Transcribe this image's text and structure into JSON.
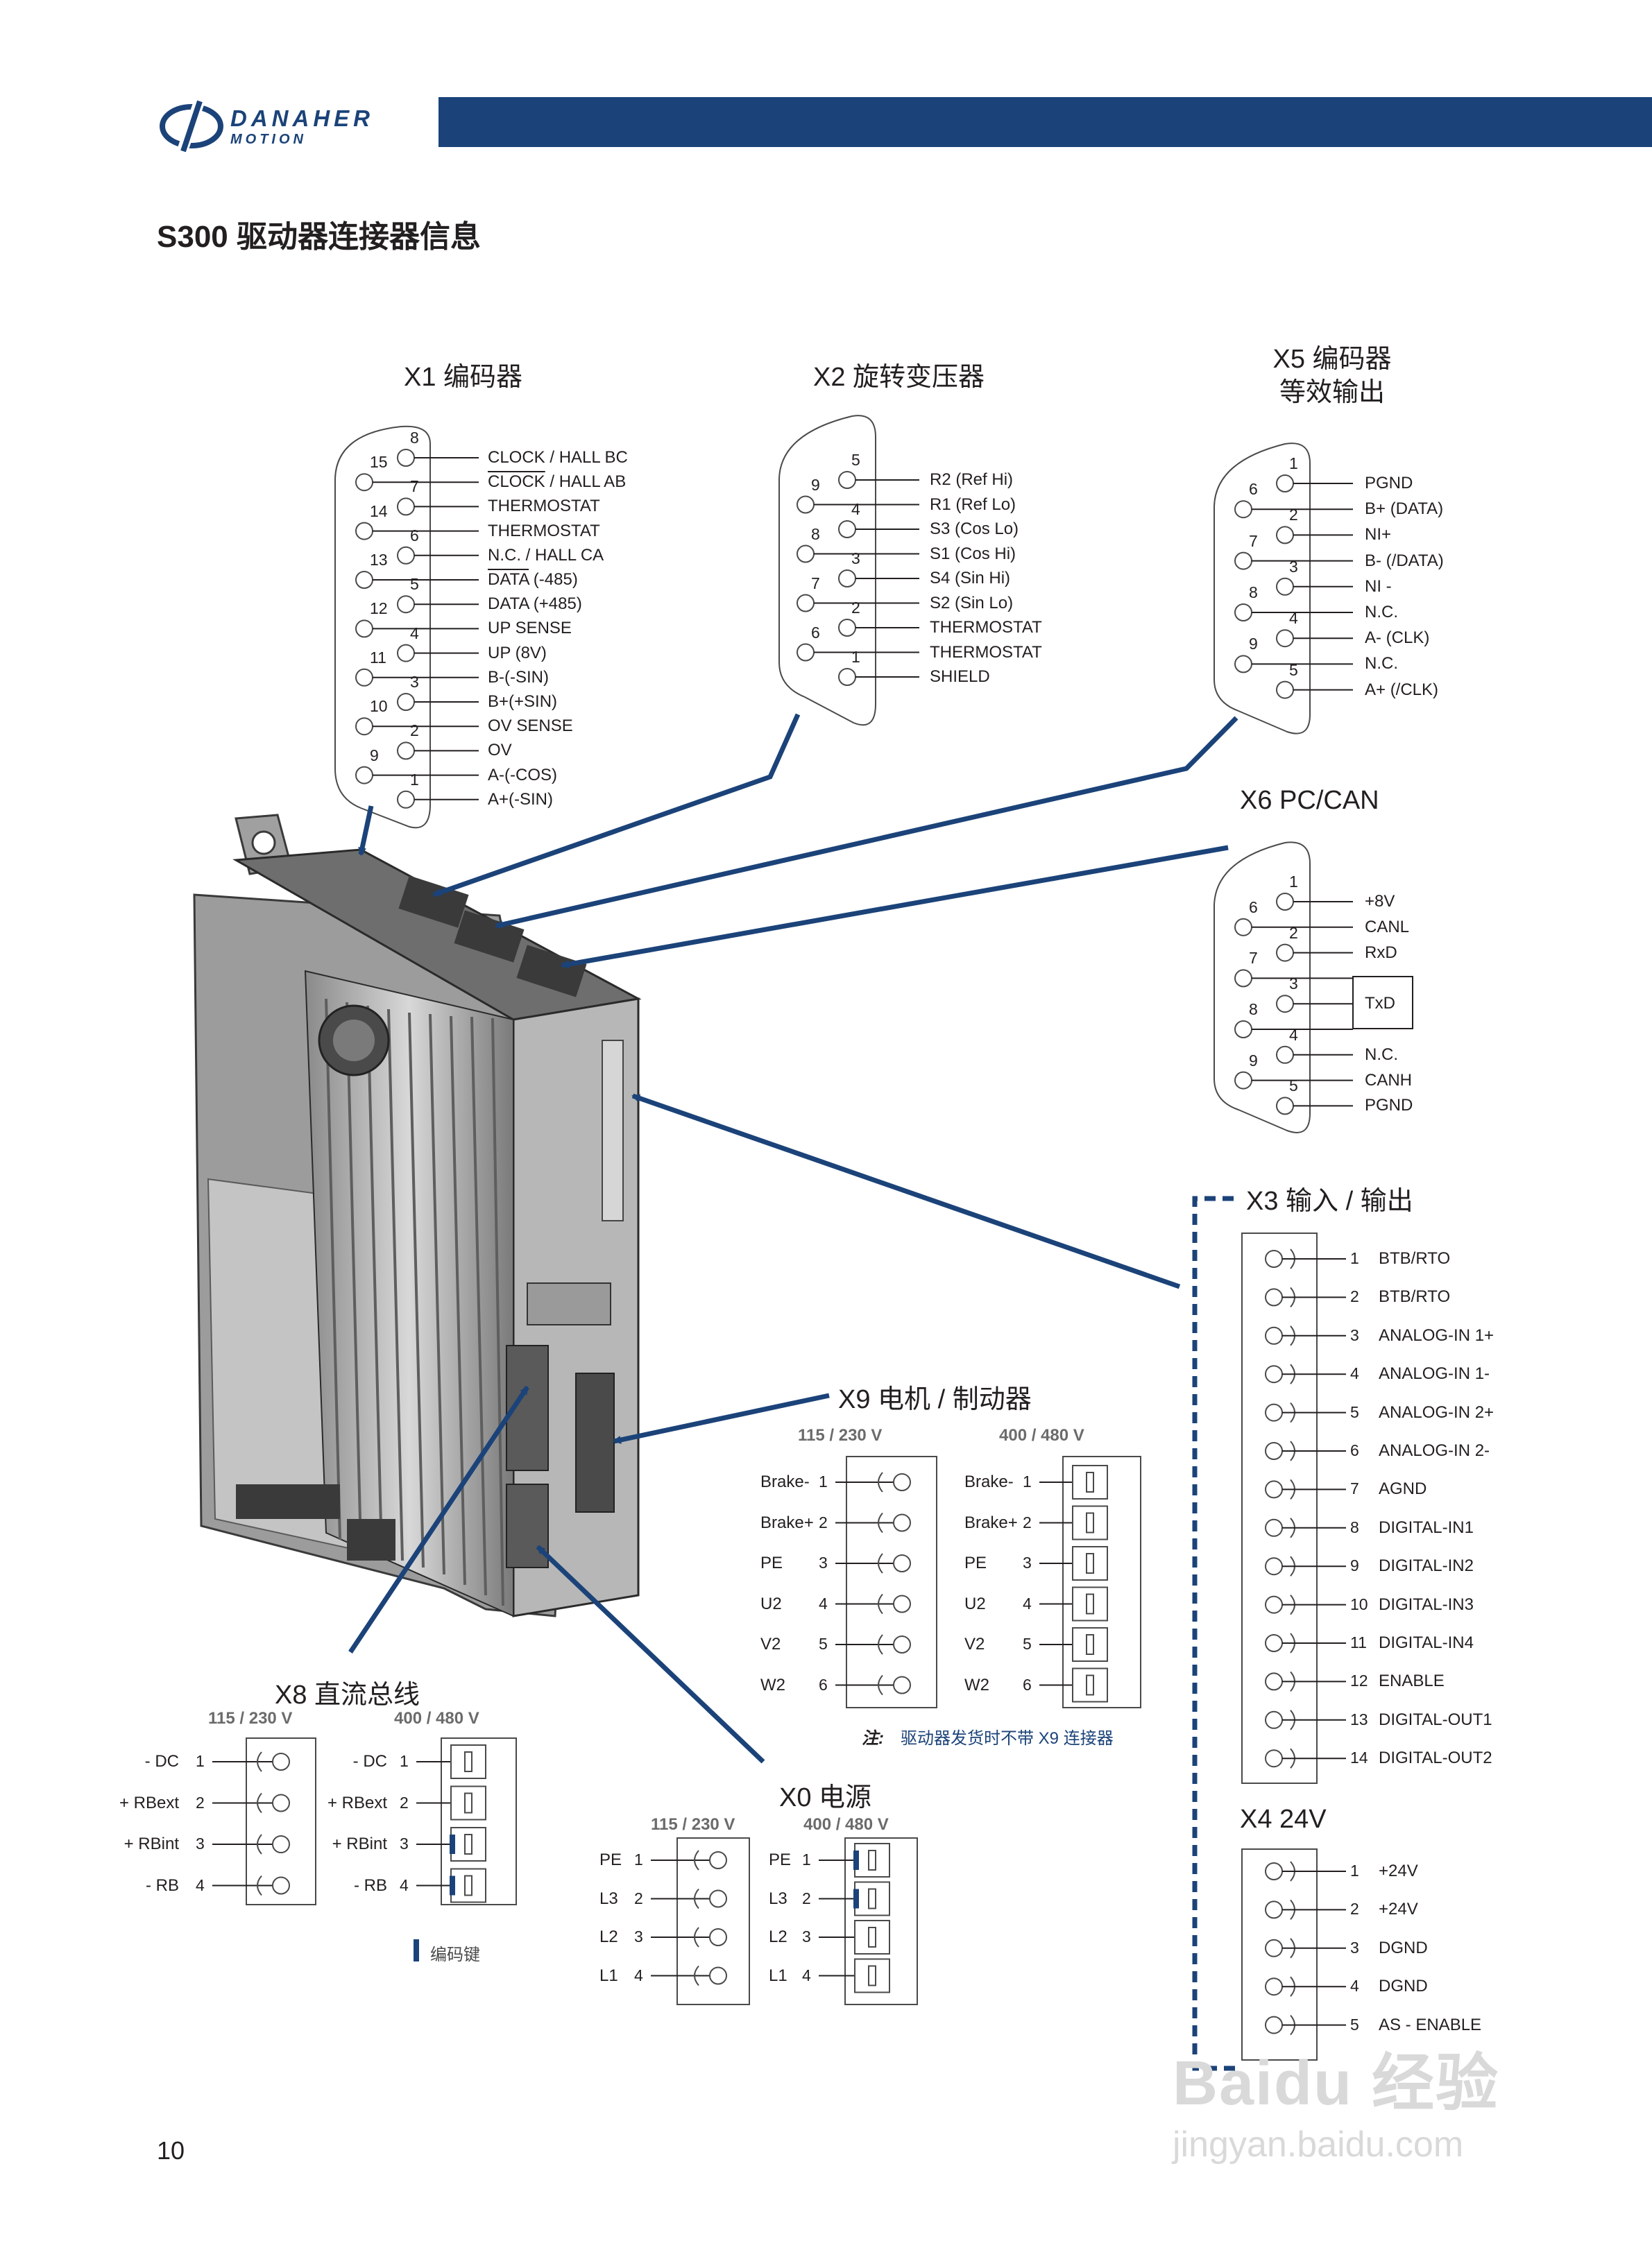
{
  "brand": {
    "name": "DANAHER",
    "sub": "MOTION"
  },
  "page_title": "S300 驱动器连接器信息",
  "page_number": "10",
  "x1": {
    "title": "X1 编码器",
    "pins": [
      {
        "num": "8",
        "label": "CLOCK / HALL BC"
      },
      {
        "num": "15",
        "label": "CLOCK / HALL AB"
      },
      {
        "num": "7",
        "label": "THERMOSTAT"
      },
      {
        "num": "14",
        "label": "THERMOSTAT"
      },
      {
        "num": "6",
        "label": "N.C. / HALL CA"
      },
      {
        "num": "13",
        "label": "DATA (-485)"
      },
      {
        "num": "5",
        "label": "DATA (+485)"
      },
      {
        "num": "12",
        "label": "UP SENSE"
      },
      {
        "num": "4",
        "label": "UP (8V)"
      },
      {
        "num": "11",
        "label": "B-(-SIN)"
      },
      {
        "num": "3",
        "label": "B+(+SIN)"
      },
      {
        "num": "10",
        "label": "OV SENSE"
      },
      {
        "num": "2",
        "label": "OV"
      },
      {
        "num": "9",
        "label": "A-(-COS)"
      },
      {
        "num": "1",
        "label": "A+(-SIN)"
      }
    ]
  },
  "x2": {
    "title": "X2 旋转变压器",
    "pins": [
      {
        "num": "5",
        "label": "R2 (Ref Hi)"
      },
      {
        "num": "9",
        "label": "R1 (Ref Lo)"
      },
      {
        "num": "4",
        "label": "S3 (Cos Lo)"
      },
      {
        "num": "8",
        "label": "S1 (Cos Hi)"
      },
      {
        "num": "3",
        "label": "S4 (Sin Hi)"
      },
      {
        "num": "7",
        "label": "S2 (Sin Lo)"
      },
      {
        "num": "2",
        "label": "THERMOSTAT"
      },
      {
        "num": "6",
        "label": "THERMOSTAT"
      },
      {
        "num": "1",
        "label": "SHIELD"
      }
    ]
  },
  "x5": {
    "title_line1": "X5 编码器",
    "title_line2": "等效输出",
    "pins": [
      {
        "num": "1",
        "label": "PGND"
      },
      {
        "num": "6",
        "label": "B+ (DATA)"
      },
      {
        "num": "2",
        "label": "NI+"
      },
      {
        "num": "7",
        "label": "B- (/DATA)"
      },
      {
        "num": "3",
        "label": "NI -"
      },
      {
        "num": "8",
        "label": "N.C."
      },
      {
        "num": "4",
        "label": "A- (CLK)"
      },
      {
        "num": "9",
        "label": "N.C."
      },
      {
        "num": "5",
        "label": "A+ (/CLK)"
      }
    ]
  },
  "x6": {
    "title": "X6 PC/CAN",
    "pins": [
      {
        "num": "1",
        "label": "+8V"
      },
      {
        "num": "6",
        "label": "CANL"
      },
      {
        "num": "2",
        "label": "RxD"
      },
      {
        "num": "7",
        "label": ""
      },
      {
        "num": "3",
        "label": "TxD"
      },
      {
        "num": "8",
        "label": ""
      },
      {
        "num": "4",
        "label": "N.C."
      },
      {
        "num": "9",
        "label": "CANH"
      },
      {
        "num": "5",
        "label": "PGND"
      }
    ]
  },
  "x3": {
    "title": "X3 输入 / 输出",
    "pins": [
      {
        "num": "1",
        "label": "BTB/RTO"
      },
      {
        "num": "2",
        "label": "BTB/RTO"
      },
      {
        "num": "3",
        "label": "ANALOG-IN 1+"
      },
      {
        "num": "4",
        "label": "ANALOG-IN 1-"
      },
      {
        "num": "5",
        "label": "ANALOG-IN 2+"
      },
      {
        "num": "6",
        "label": "ANALOG-IN 2-"
      },
      {
        "num": "7",
        "label": "AGND"
      },
      {
        "num": "8",
        "label": "DIGITAL-IN1"
      },
      {
        "num": "9",
        "label": "DIGITAL-IN2"
      },
      {
        "num": "10",
        "label": "DIGITAL-IN3"
      },
      {
        "num": "11",
        "label": "DIGITAL-IN4"
      },
      {
        "num": "12",
        "label": "ENABLE"
      },
      {
        "num": "13",
        "label": "DIGITAL-OUT1"
      },
      {
        "num": "14",
        "label": "DIGITAL-OUT2"
      }
    ]
  },
  "x4": {
    "title": "X4 24V",
    "pins": [
      {
        "num": "1",
        "label": "+24V"
      },
      {
        "num": "2",
        "label": "+24V"
      },
      {
        "num": "3",
        "label": "DGND"
      },
      {
        "num": "4",
        "label": "DGND"
      },
      {
        "num": "5",
        "label": "AS - ENABLE"
      }
    ]
  },
  "x9": {
    "title": "X9 电机 / 制动器",
    "volt_left": "115 / 230 V",
    "volt_right": "400 / 480 V",
    "pins": [
      {
        "num": "1",
        "label": "Brake-"
      },
      {
        "num": "2",
        "label": "Brake+"
      },
      {
        "num": "3",
        "label": "PE"
      },
      {
        "num": "4",
        "label": "U2"
      },
      {
        "num": "5",
        "label": "V2"
      },
      {
        "num": "6",
        "label": "W2"
      }
    ],
    "note_prefix": "注:",
    "note": "驱动器发货时不带 X9 连接器"
  },
  "x8": {
    "title": "X8 直流总线",
    "volt_left": "115 / 230 V",
    "volt_right": "400 / 480 V",
    "pins": [
      {
        "num": "1",
        "label": "- DC"
      },
      {
        "num": "2",
        "label": "+ RBext"
      },
      {
        "num": "3",
        "label": "+ RBint"
      },
      {
        "num": "4",
        "label": "- RB"
      }
    ],
    "key_legend": "编码键"
  },
  "x0": {
    "title": "X0 电源",
    "volt_left": "115 / 230 V",
    "volt_right": "400 / 480 V",
    "pins": [
      {
        "num": "1",
        "label": "PE"
      },
      {
        "num": "2",
        "label": "L3"
      },
      {
        "num": "3",
        "label": "L2"
      },
      {
        "num": "4",
        "label": "L1"
      }
    ]
  },
  "watermark": {
    "text": "Baidu 经验",
    "url": "jingyan.baidu.com"
  },
  "colors": {
    "brand_blue": "#1b4379",
    "line": "#231f20",
    "gray": "#6b6b6b"
  }
}
